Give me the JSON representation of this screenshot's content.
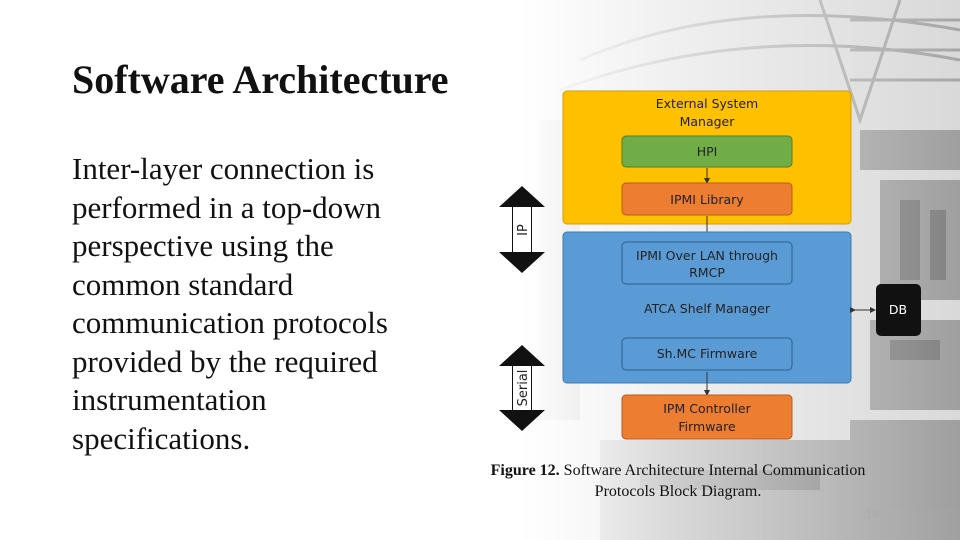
{
  "slide": {
    "title": "Software Architecture",
    "body_lines": [
      "Inter-layer connection is",
      "performed in a top-down",
      "perspective using the",
      "common standard",
      "communication protocols",
      "provided by the required",
      "instrumentation",
      "specifications."
    ],
    "caption_prefix": "Figure 12.",
    "caption_line1": " Software Architecture Internal Communication",
    "caption_line2": "Protocols Block Diagram.",
    "page_number": "16"
  },
  "diagram": {
    "external_manager_label_1": "External System",
    "external_manager_label_2": "Manager",
    "hpi": "HPI",
    "ipmi_library": "IPMI Library",
    "ipmi_over_lan_1": "IPMI Over LAN through",
    "ipmi_over_lan_2": "RMCP",
    "shelf_manager": "ATCA Shelf Manager",
    "shmc_firmware": "Sh.MC Firmware",
    "ipm_controller_1": "IPM Controller",
    "ipm_controller_2": "Firmware",
    "db": "DB",
    "ip_label": "IP",
    "serial_label": "Serial",
    "colors": {
      "yellow": "#FFC000",
      "green": "#70AD47",
      "orange": "#ED7D31",
      "blue": "#5B9BD5",
      "db_black": "#111111"
    }
  }
}
